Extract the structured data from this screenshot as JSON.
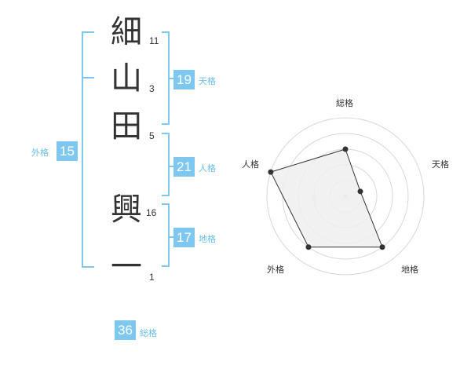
{
  "name": {
    "characters": [
      {
        "char": "細",
        "strokes": "11"
      },
      {
        "char": "山",
        "strokes": "3"
      },
      {
        "char": "田",
        "strokes": "5"
      },
      {
        "char": "興",
        "strokes": "16"
      },
      {
        "char": "一",
        "strokes": "1"
      }
    ]
  },
  "fortune": {
    "tenkaku": {
      "value": "19",
      "label": "天格"
    },
    "jinkaku": {
      "value": "21",
      "label": "人格"
    },
    "chikaku": {
      "value": "17",
      "label": "地格"
    },
    "gaikaku": {
      "value": "15",
      "label": "外格"
    },
    "soukaku": {
      "value": "36",
      "label": "総格"
    }
  },
  "colors": {
    "accent": "#7ec8f0",
    "label": "#6bbde8",
    "text": "#333333",
    "grid": "#d8d8d8",
    "fill": "#efefef"
  },
  "chart_data": {
    "type": "radar",
    "axes": [
      "総格",
      "天格",
      "地格",
      "外格",
      "人格"
    ],
    "values": [
      3,
      1,
      4,
      4,
      5
    ],
    "max": 5,
    "rings": 5
  }
}
